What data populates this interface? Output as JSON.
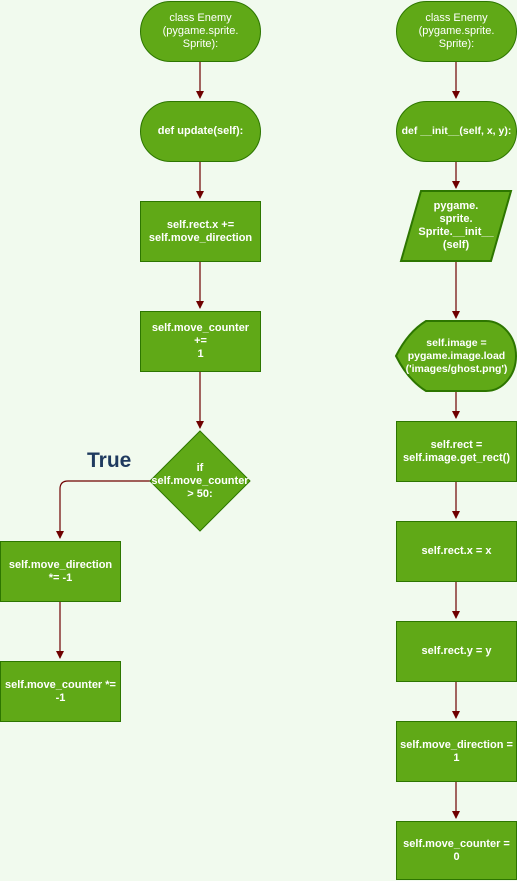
{
  "diagram": {
    "colors": {
      "fill": "#60a917",
      "stroke": "#2d7600",
      "edge": "#6f0000",
      "background": "#f1faee"
    },
    "left_flow": {
      "class_def": "class Enemy\n(pygame.sprite.\nSprite):",
      "update_def": "def update(self):",
      "move_x": "self.rect.x +=\nself.move_direction",
      "inc_counter": "self.move_counter +=\n1",
      "decision": "if\nself.move_counter\n> 50:",
      "true_label": "True",
      "flip_direction": "self.move_direction\n*= -1",
      "flip_counter": "self.move_counter *=\n-1"
    },
    "right_flow": {
      "class_def": "class Enemy\n(pygame.sprite.\nSprite):",
      "init_def": "def __init__(self, x, y):",
      "super_init": "pygame.\nsprite.\nSprite.__init__\n(self)",
      "load_image": "self.image =\npygame.image.load\n('images/ghost.png')",
      "get_rect": "self.rect =\nself.image.get_rect()",
      "set_x": "self.rect.x = x",
      "set_y": "self.rect.y = y",
      "set_direction": "self.move_direction =\n1",
      "set_counter": "self.move_counter =\n0"
    }
  }
}
